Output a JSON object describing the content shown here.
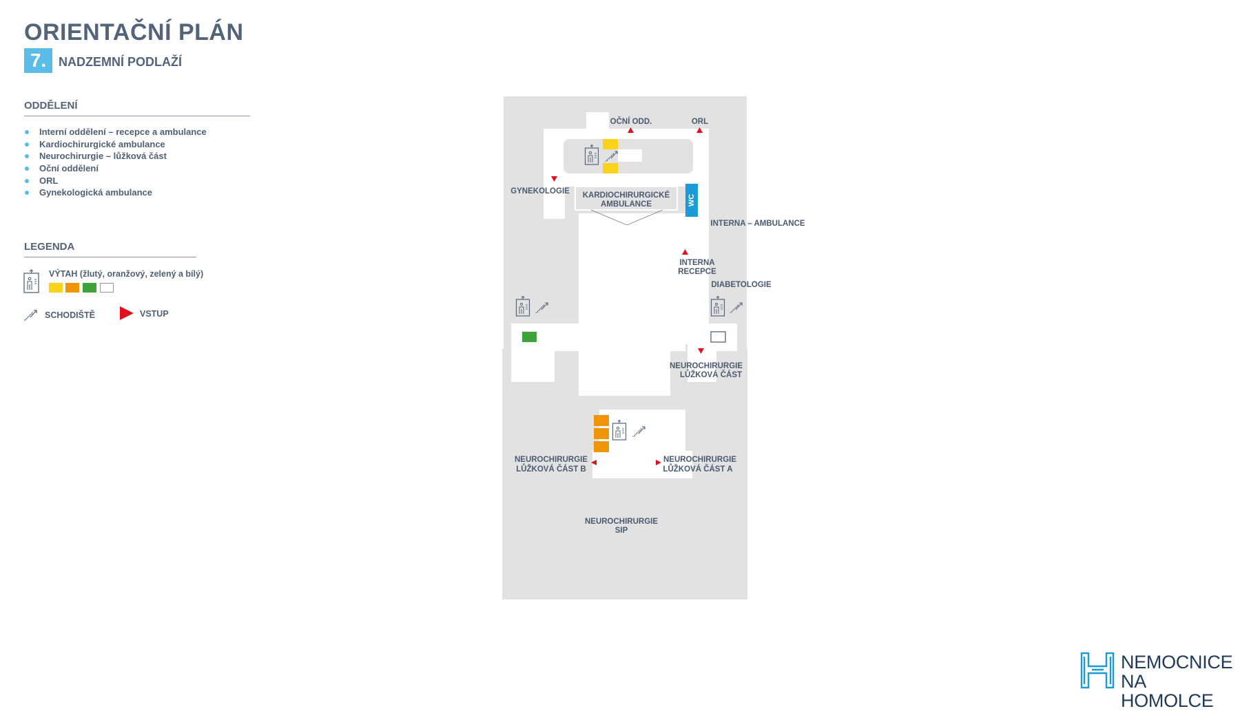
{
  "header": {
    "title": "ORIENTAČNÍ PLÁN",
    "floor_number": "7.",
    "floor_label": "NADZEMNÍ PODLAŽÍ"
  },
  "departments": {
    "heading": "ODDĚLENÍ",
    "items": [
      "Interní oddělení – recepce a ambulance",
      "Kardiochirurgické ambulance",
      "Neurochirurgie – lůžková část",
      "Oční oddělení",
      "ORL",
      "Gynekologická ambulance"
    ]
  },
  "legend": {
    "heading": "LEGENDA",
    "elevator_label": "VÝTAH (žlutý, oranžový, zelený a bílý)",
    "stairs_label": "SCHODIŠTĚ",
    "entrance_label": "VSTUP",
    "elevator_colors": [
      "#f9d21c",
      "#f0940a",
      "#3ea33a",
      "#ffffff"
    ]
  },
  "map": {
    "labels": {
      "ocni": "OČNÍ ODD.",
      "orl": "ORL",
      "gynekologie": "GYNEKOLOGIE",
      "kardio_1": "KARDIOCHIRURGICKÉ",
      "kardio_2": "AMBULANCE",
      "wc": "WC",
      "interna_amb": "INTERNA – AMBULANCE",
      "interna_rec_1": "INTERNA",
      "interna_rec_2": "RECEPCE",
      "diabetologie": "DIABETOLOGIE",
      "neuro_luz_1": "NEUROCHIRURGIE",
      "neuro_luz_2": "LŮŽKOVÁ ČÁST",
      "neuro_b_1": "NEUROCHIRURGIE",
      "neuro_b_2": "LŮŽKOVÁ ČÁST B",
      "neuro_a_1": "NEUROCHIRURGIE",
      "neuro_a_2": "LŮŽKOVÁ ČÁST A",
      "neuro_sip_1": "NEUROCHIRURGIE",
      "neuro_sip_2": "SIP"
    },
    "colors": {
      "floor": "#e2e2e2",
      "corridor": "#ffffff",
      "entrance": "#e2101c",
      "wc": "#1a9bd7",
      "yellow": "#f9d21c",
      "orange": "#f0940a",
      "green": "#3ea33a"
    }
  },
  "logo": {
    "line1": "NEMOCNICE",
    "line2": "NA HOMOLCE"
  }
}
